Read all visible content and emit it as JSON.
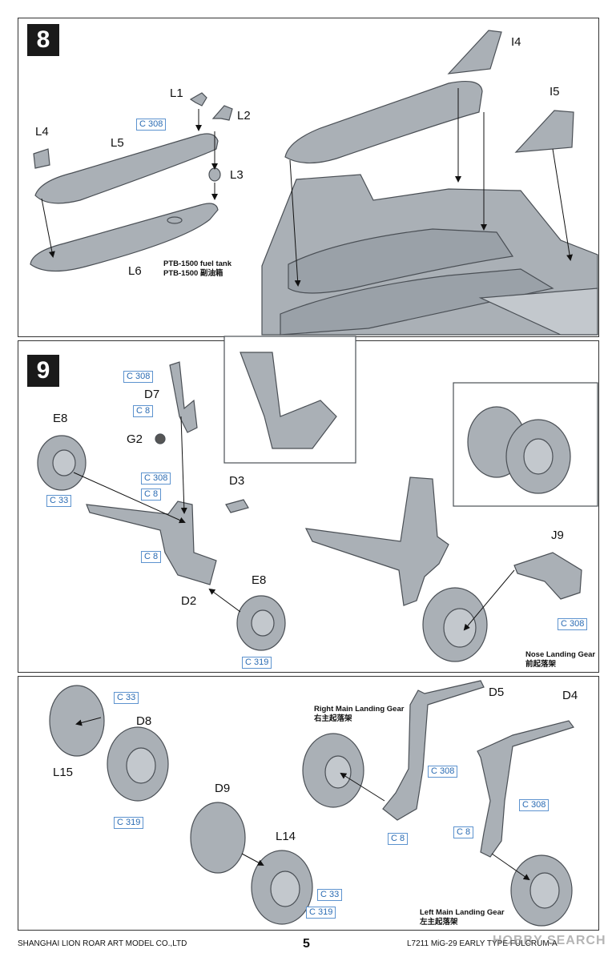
{
  "steps": [
    {
      "number": "8"
    },
    {
      "number": "9"
    }
  ],
  "step8": {
    "parts": [
      "L1",
      "L2",
      "L3",
      "L4",
      "L5",
      "L6",
      "I4",
      "I5"
    ],
    "codes": [
      "C 308"
    ],
    "note_en": "PTB-1500 fuel tank",
    "note_cn": "PTB-1500 副油箱"
  },
  "step9": {
    "parts": [
      "D7",
      "G2",
      "E8",
      "D3",
      "E8",
      "D2",
      "J9"
    ],
    "codes": [
      "C 308",
      "C 8",
      "C 33",
      "C 308",
      "C 8",
      "C 8",
      "C 319",
      "C 308"
    ],
    "note_en": "Nose Landing  Gear",
    "note_cn": "前起落架"
  },
  "step_wheels": {
    "parts": [
      "D8",
      "L15",
      "D9",
      "L14",
      "D5",
      "D4"
    ],
    "codes": [
      "C 33",
      "C 319",
      "C 33",
      "C 319",
      "C 308",
      "C 8",
      "C 308",
      "C 8"
    ],
    "right_gear_en": "Right Main Landing Gear",
    "right_gear_cn": "右主起落架",
    "left_gear_en": "Left Main Landing Gear",
    "left_gear_cn": "左主起落架"
  },
  "footer": {
    "company": "SHANGHAI LION ROAR ART MODEL CO.,LTD",
    "page": "5",
    "product": "L7211  MiG-29  EARLY TYPE FULCRUM-A"
  },
  "watermark": "HOBBY SEARCH",
  "colors": {
    "part_fill": "#aab0b6",
    "part_stroke": "#4a4f55",
    "code_blue": "#2a6bb3"
  }
}
